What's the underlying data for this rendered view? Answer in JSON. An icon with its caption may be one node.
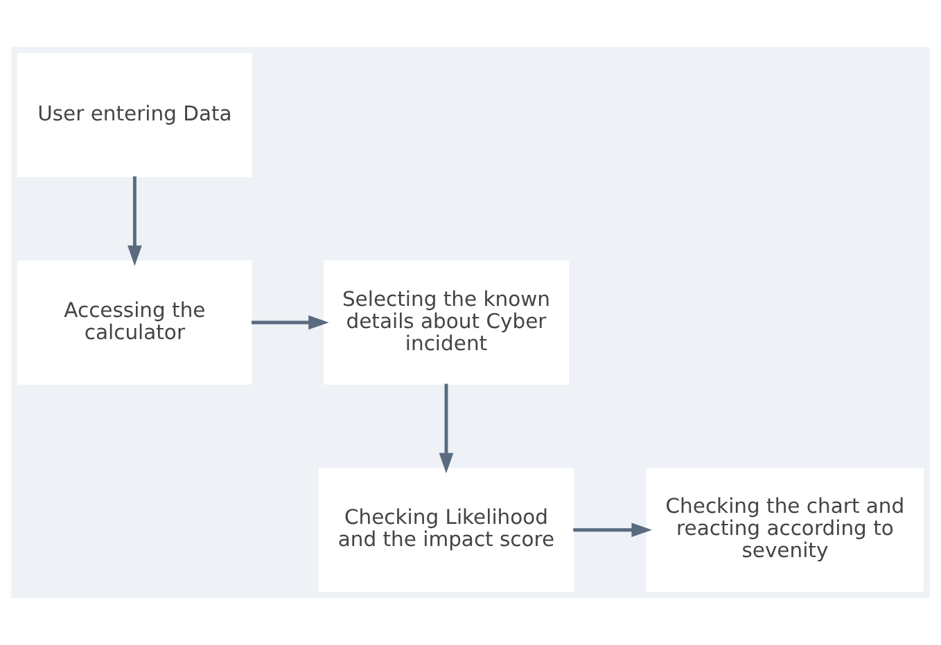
{
  "diagram": {
    "nodes": [
      {
        "text": [
          "User entering Data"
        ]
      },
      {
        "text": [
          "Accessing the calculator"
        ]
      },
      {
        "text": [
          "Selecting the known details about Cyber incident"
        ]
      },
      {
        "text": [
          "Checking Likelihood and the impact score"
        ]
      },
      {
        "text": [
          "Checking the chart and reacting according to sevenity"
        ]
      }
    ],
    "edges": [
      {
        "from": 0,
        "to": 1,
        "arrow": "to"
      },
      {
        "from": 1,
        "to": 2,
        "arrow": "to"
      },
      {
        "from": 2,
        "to": 3,
        "arrow": "to"
      },
      {
        "from": 3,
        "to": 4,
        "arrow": "to"
      }
    ]
  }
}
